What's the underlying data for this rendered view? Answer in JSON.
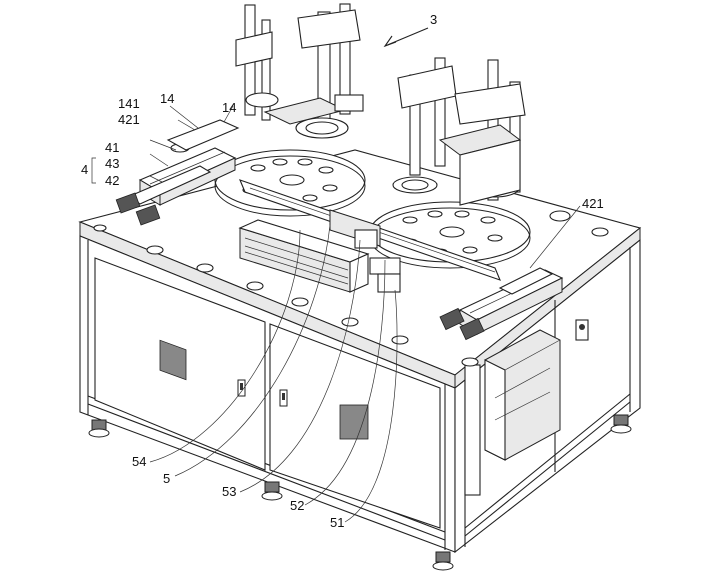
{
  "figure": {
    "labels": {
      "l3": "3",
      "l141": "141",
      "l14a": "14",
      "l14b": "14",
      "l421a": "421",
      "l4": "4",
      "l41": "41",
      "l43": "43",
      "l42": "42",
      "l421b": "421",
      "l54": "54",
      "l5": "5",
      "l53": "53",
      "l52": "52",
      "l51": "51"
    }
  }
}
